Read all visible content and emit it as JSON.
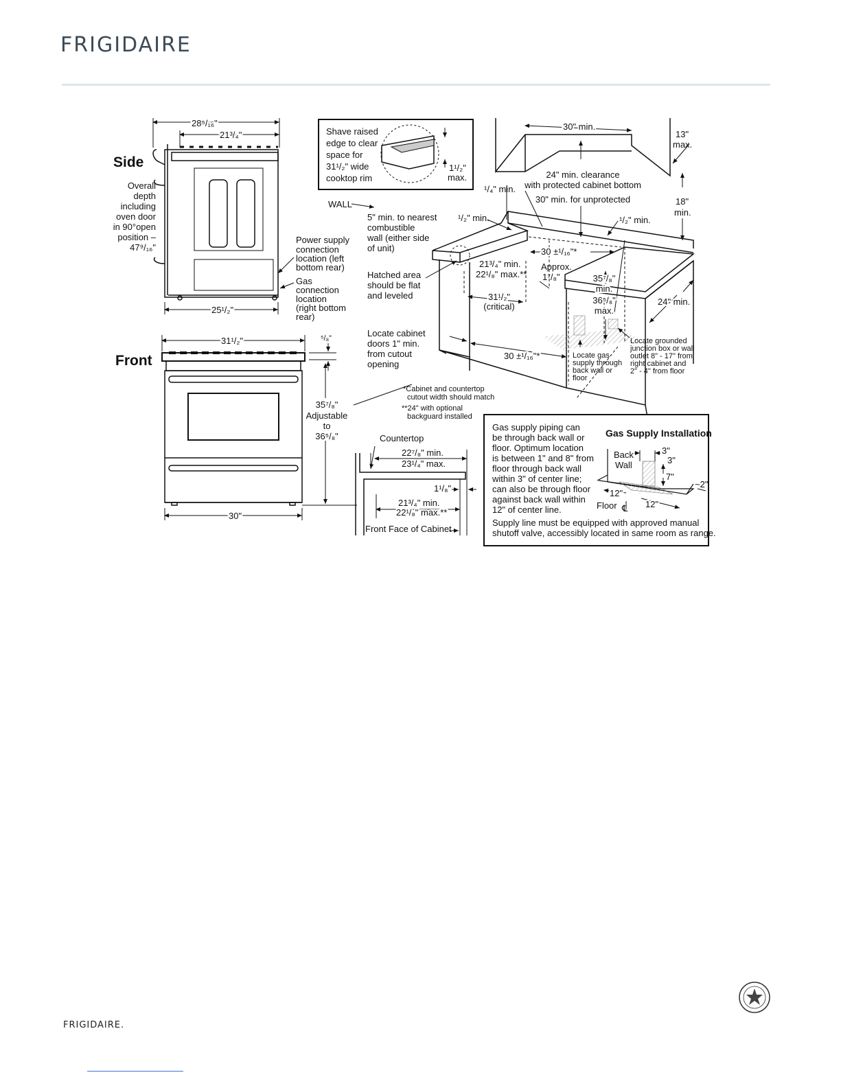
{
  "brand": {
    "logo_text": "FRIGIDAIRE",
    "logo_small_text": "FRIGIDAIRE.",
    "accent_color": "#c8102e",
    "text_color": "#3d4a55"
  },
  "side_view": {
    "title": "Side",
    "dim_top_outer": "28⁵/₁₆\"",
    "dim_top_inner": "21³/₄\"",
    "dim_bottom": "25¹/₂\"",
    "depth_note": [
      "Overall",
      "depth",
      "including",
      "oven door",
      "in 90°open",
      "position –",
      "47⁹/₁₆\""
    ],
    "power_note": [
      "Power supply",
      "connection",
      "location (left",
      "bottom rear)"
    ],
    "gas_note": [
      "Gas",
      "connection",
      "location",
      "(right bottom",
      "rear)"
    ]
  },
  "front_view": {
    "title": "Front",
    "dim_top": "31¹/₂\"",
    "dim_bottom": "30\"",
    "dim_lip": "⁵/₈\"",
    "height_note": [
      "35⁷/₈\"",
      "Adjustable",
      "to",
      "36⁵/₈\""
    ]
  },
  "shave_box": {
    "text": [
      "Shave raised",
      "edge to clear",
      "space for",
      "31¹/₂\" wide",
      "cooktop rim"
    ],
    "dim": [
      "1¹/₂\"",
      "max."
    ]
  },
  "cabinet": {
    "wall": "WALL",
    "combustible": [
      "5\" min. to nearest",
      "combustible",
      "wall (either side",
      "of unit)"
    ],
    "hatched": [
      "Hatched area",
      "should be flat",
      "and leveled"
    ],
    "doors": [
      "Locate cabinet",
      "doors 1\" min.",
      "from cutout",
      "opening"
    ],
    "footnote1": [
      "*Cabinet and countertop",
      "cutout width should match"
    ],
    "footnote2": [
      "**24\" with optional",
      "backguard installed"
    ],
    "upper_30": "30\" min.",
    "upper_13": [
      "13\"",
      "max."
    ],
    "clearance": [
      "24\" min. clearance",
      "with protected cabinet bottom",
      "30\" min. for unprotected"
    ],
    "dim_18": [
      "18\"",
      "min."
    ],
    "quarter_min": "¹/₄\" min.",
    "half_min_left": "¹/₂\" min.",
    "half_min_right": "¹/₂\" min.",
    "cutout_width": "30 ±¹/₁₆\"*",
    "depth_min": [
      "21³/₄\" min.",
      "22¹/₈\" max.**"
    ],
    "approx": [
      "Approx.",
      "1⁷/₈\""
    ],
    "critical": [
      "31¹/₂\"",
      "(critical)"
    ],
    "height_range": [
      "35⁷/₈\"",
      "min.",
      "36⁵/₈\"",
      "max."
    ],
    "depth_24": "24\" min.",
    "bottom_width": "30 ±¹/₁₆\"*",
    "locate_gas": [
      "Locate gas",
      "supply through",
      "back wall or",
      "floor"
    ],
    "locate_outlet": [
      "Locate grounded",
      "junction box or wall",
      "outlet 8\" - 17\" from",
      "right cabinet and",
      "2\" - 4\" from floor"
    ]
  },
  "countertop_detail": {
    "label": "Countertop",
    "dims_top": [
      "22⁷/₈\" min.",
      "23¹/₄\" max."
    ],
    "lip": "1¹/₈\"",
    "dims_bottom": [
      "21³/₄\" min.",
      "22¹/₈\" max.**"
    ],
    "front_face": "Front Face of Cabinet"
  },
  "gas_box": {
    "title": "Gas Supply Installation",
    "text": [
      "Gas supply piping can",
      "be through back wall or",
      "floor. Optimum location",
      "is between 1\" and 8\" from",
      "floor through back wall",
      "within 3\" of center line;",
      "can also be through floor",
      "against back wall within",
      "12\" of center line."
    ],
    "note": [
      "Supply line must be equipped with approved manual",
      "shutoff valve, accessibly located in same room as range."
    ],
    "back_wall": [
      "Back",
      "Wall"
    ],
    "floor": "Floor",
    "center": "℄",
    "d3a": "3\"",
    "d3b": "3\"",
    "d7": "7\"",
    "d2": "~2\"",
    "d12a": "12\"",
    "d12b": "12\""
  }
}
